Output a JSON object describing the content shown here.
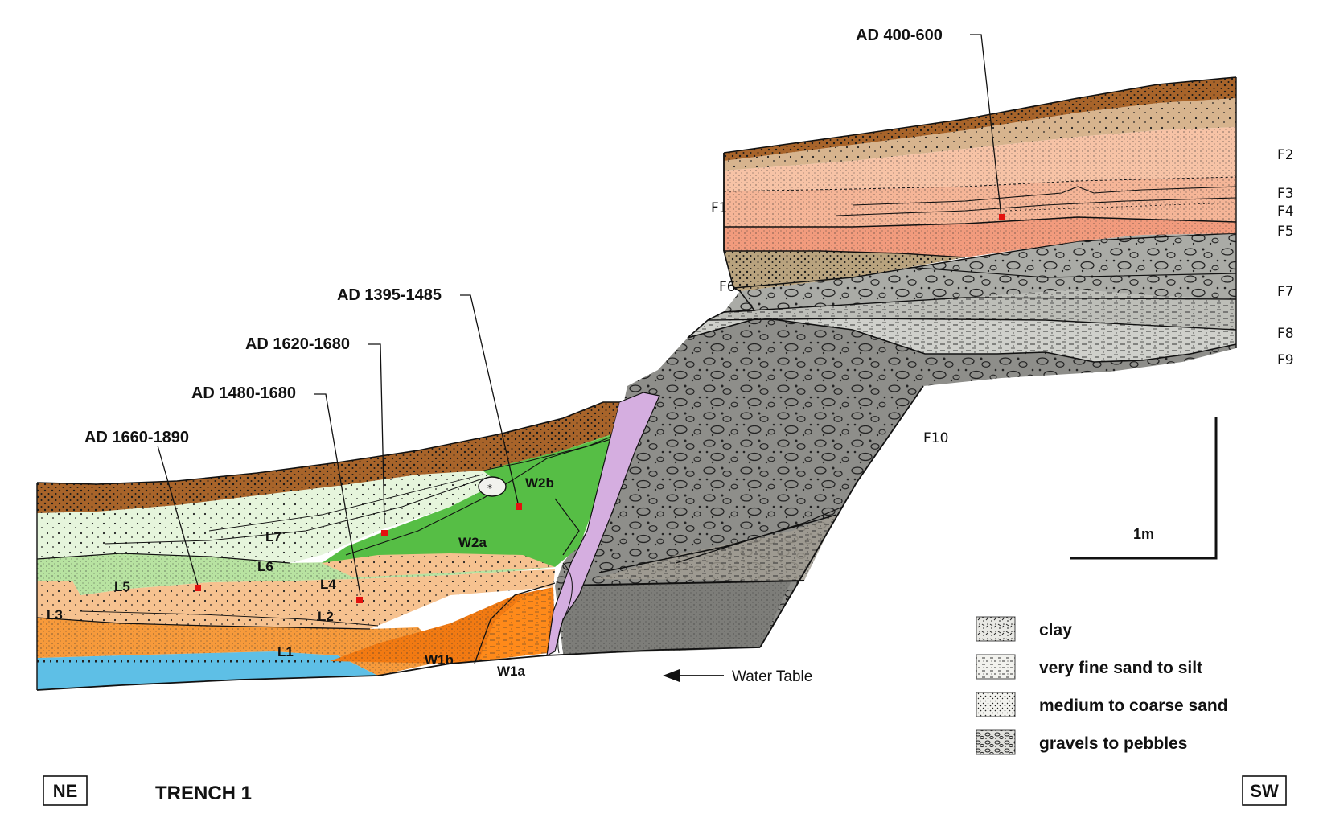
{
  "section": {
    "title": "TRENCH 1",
    "orientation_left": "NE",
    "orientation_right": "SW",
    "water_table_label": "Water Table",
    "scale_label": "1m"
  },
  "dates": [
    {
      "label": "AD 400-600"
    },
    {
      "label": "AD 1395-1485"
    },
    {
      "label": "AD 1620-1680"
    },
    {
      "label": "AD 1480-1680"
    },
    {
      "label": "AD 1660-1890"
    }
  ],
  "right_units": [
    "F1",
    "F2",
    "F3",
    "F4",
    "F5",
    "F6",
    "F7",
    "F8",
    "F9",
    "F10"
  ],
  "left_units": [
    "L1",
    "L2",
    "L3",
    "L4",
    "L5",
    "L6",
    "L7",
    "W1a",
    "W1b",
    "W2a",
    "W2b"
  ],
  "legend": [
    {
      "label": "clay",
      "icon": "clay-pattern-icon"
    },
    {
      "label": "very fine sand to silt",
      "icon": "silt-pattern-icon"
    },
    {
      "label": "medium to coarse sand",
      "icon": "sand-pattern-icon"
    },
    {
      "label": "gravels to pebbles",
      "icon": "gravel-pattern-icon"
    }
  ],
  "colors": {
    "topsoil": "#a8642a",
    "tan": "#d7b48e",
    "salmon_light": "#f7c3a6",
    "salmon": "#f29b7d",
    "khaki": "#b9a37e",
    "gravel_grey": "#8e8e8a",
    "light_grey": "#cfd0cb",
    "green_light": "#e6f5dc",
    "green_mid": "#b8e3a1",
    "green": "#56be45",
    "orange_light": "#f6c290",
    "orange": "#f79a3b",
    "orange_deep": "#f27a12",
    "water_blue": "#5ebfe6",
    "lilac": "#d5aee0",
    "date_marker": "#e4120f"
  }
}
